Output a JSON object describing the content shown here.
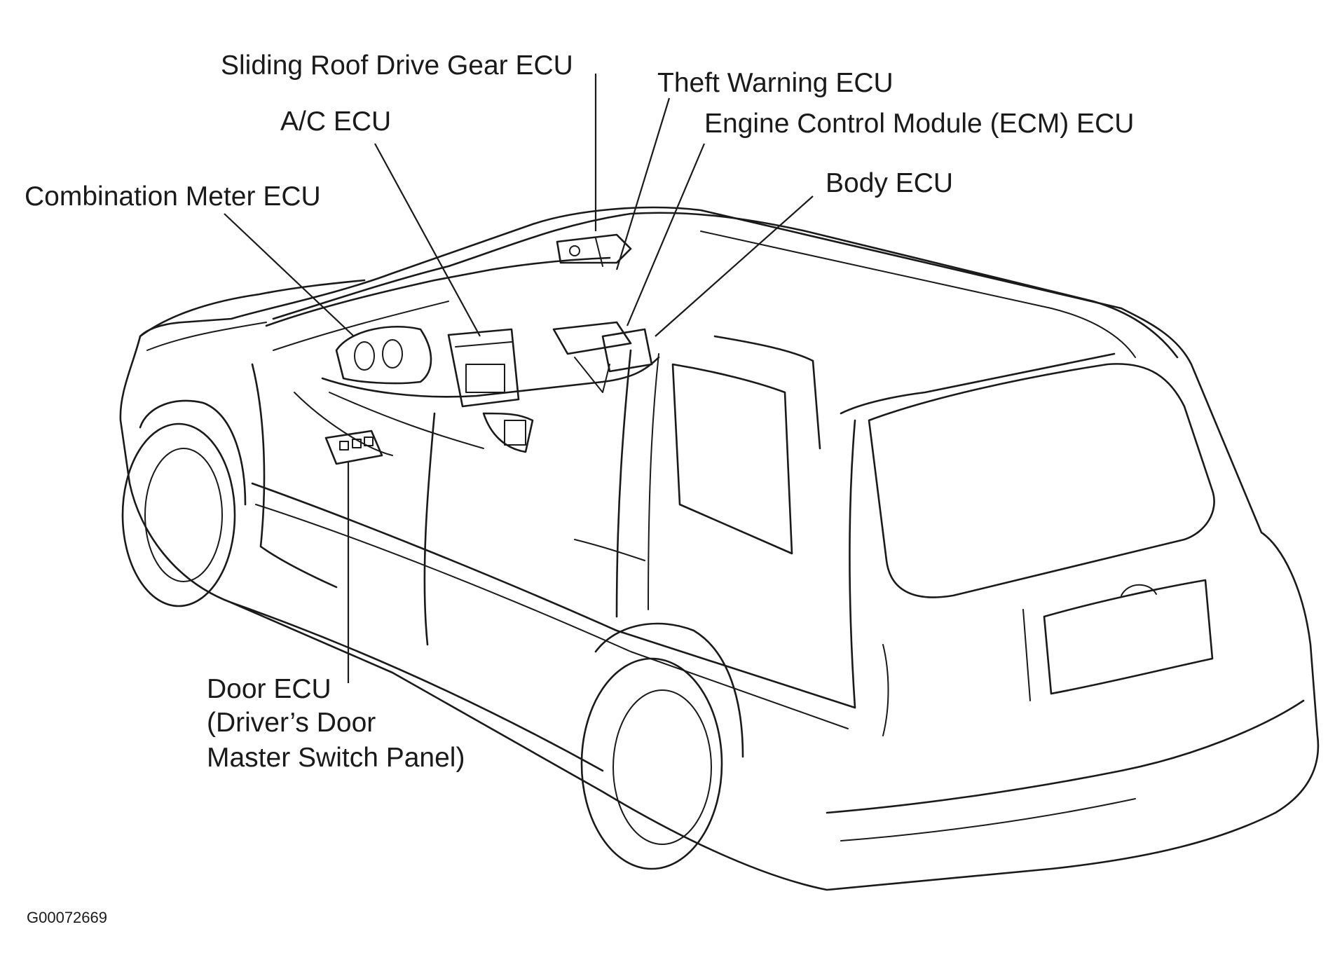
{
  "labels": {
    "sliding_roof": "Sliding Roof Drive Gear ECU",
    "theft_warning": "Theft Warning ECU",
    "ac": "A/C ECU",
    "ecm": "Engine Control Module (ECM) ECU",
    "body": "Body ECU",
    "combination_meter": "Combination Meter ECU",
    "door_line1": "Door ECU",
    "door_line2": "(Driver’s Door",
    "door_line3": "Master Switch Panel)"
  },
  "figure_code": "G00072669"
}
